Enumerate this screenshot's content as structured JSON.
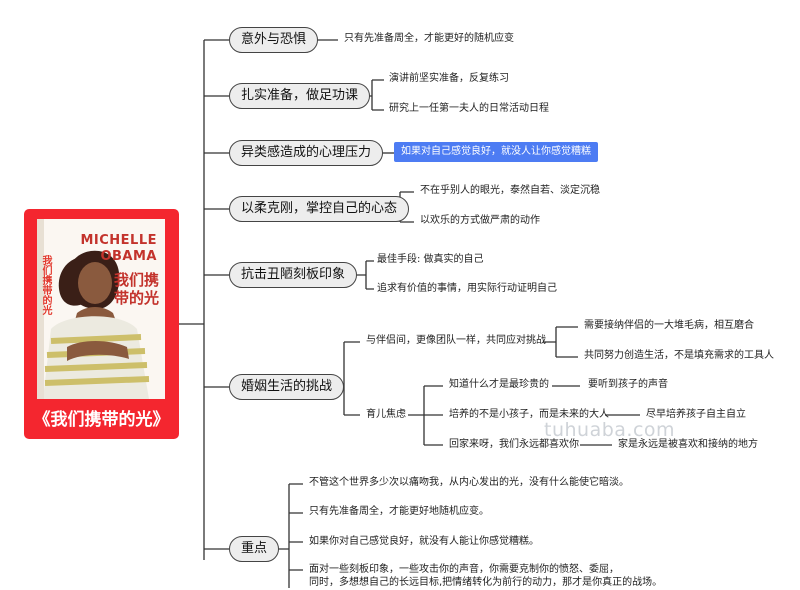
{
  "root": {
    "label": "《我们携带的光》",
    "cover": {
      "author_line1": "MICHELLE",
      "author_line2": "OBAMA",
      "title": "我们携带的光",
      "spine": "我们携带的光"
    }
  },
  "branches": [
    {
      "label": "意外与恐惧",
      "children": [
        "只有先准备周全，才能更好的随机应变"
      ]
    },
    {
      "label": "扎实准备，做足功课",
      "children": [
        "演讲前坚实准备，反复练习",
        "研究上一任第一夫人的日常活动日程"
      ]
    },
    {
      "label": "异类感造成的心理压力",
      "children": [
        "如果对自己感觉良好，就没人让你感觉糟糕"
      ]
    },
    {
      "label": "以柔克刚，掌控自己的心态",
      "children": [
        "不在乎别人的眼光，泰然自若、淡定沉稳",
        "以欢乐的方式做严肃的动作"
      ]
    },
    {
      "label": "抗击丑陋刻板印象",
      "children": [
        "最佳手段: 做真实的自己",
        "追求有价值的事情，用实际行动证明自己"
      ]
    },
    {
      "label": "婚姻生活的挑战",
      "children": [
        {
          "label": "与伴侣间，更像团队一样，共同应对挑战",
          "children": [
            "需要接纳伴侣的一大堆毛病，相互磨合",
            "共同努力创造生活，不是填充需求的工具人"
          ]
        },
        {
          "label": "育儿焦虑",
          "children": [
            {
              "label": "知道什么才是最珍贵的",
              "child": "要听到孩子的声音"
            },
            {
              "label": "培养的不是小孩子，而是未来的大人",
              "child": "尽早培养孩子自主自立"
            },
            {
              "label": "回家来呀，我们永远都喜欢你",
              "child": "家是永远是被喜欢和接纳的地方"
            }
          ]
        }
      ]
    },
    {
      "label": "重点",
      "children": [
        "不管这个世界多少次以痛吻我，从内心发出的光，没有什么能使它暗淡。",
        "只有先准备周全，才能更好地随机应变。",
        "如果你对自己感觉良好，就没有人能让你感觉糟糕。",
        "面对一些刻板印象，一些攻击你的声音，你需要克制你的愤怒、委屈，",
        "同时，多想想自己的长远目标,把情绪转化为前行的动力，那才是你真正的战场。"
      ]
    }
  ],
  "watermark": "tuhuaba.com"
}
